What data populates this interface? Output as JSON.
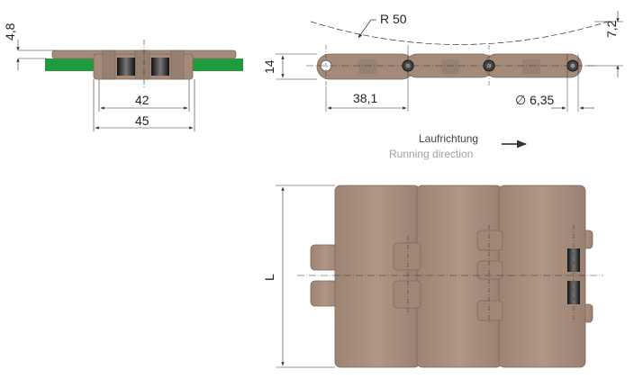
{
  "dimensions": {
    "plate_thickness": "4,8",
    "inner_width": "42",
    "outer_width": "45",
    "radius": "R 50",
    "height": "14",
    "sag": "7,2",
    "pitch": "38,1",
    "pin_diameter": "∅ 6,35",
    "length": "L"
  },
  "direction": {
    "label_de": "Laufrichtung",
    "label_en": "Running direction"
  },
  "colors": {
    "plate": "#a48a78",
    "plate_dark": "#8a7262",
    "guide": "#1f9a3c",
    "pin": "#2a2a2a",
    "dimension_line": "#333333"
  }
}
